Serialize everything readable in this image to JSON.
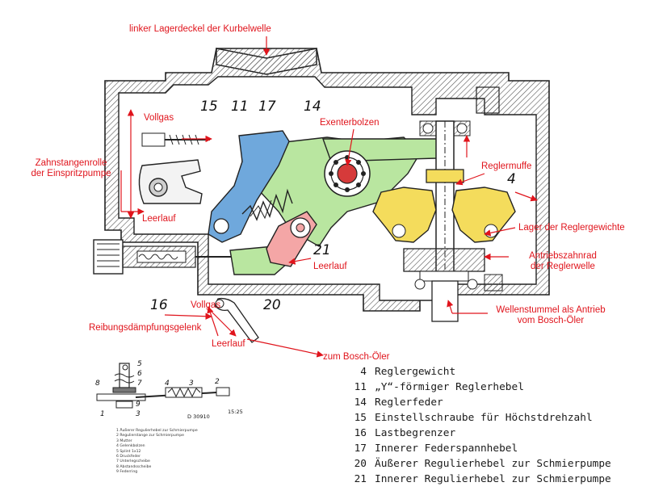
{
  "callouts": {
    "kurbelwelle": "linker Lagerdeckel der Kurbelwelle",
    "vollgas_top": "Vollgas",
    "zahnstange_1": "Zahnstangenrolle",
    "zahnstange_2": "der Einspritzpumpe",
    "leerlauf_left": "Leerlauf",
    "exzenterbolzen": "Exenterbolzen",
    "reglermuffe": "Reglermuffe",
    "lager_gewichte": "Lager der Reglergewichte",
    "antrieb_1": "Antriebszahnrad",
    "antrieb_2": "der Reglerwelle",
    "leerlauf_mid": "Leerlauf",
    "vollgas_bottom": "Vollgas",
    "reibung": "Reibungsdämpfungsgelenk",
    "leerlauf_bottom": "Leerlauf",
    "bosch_oeler": "zum Bosch-Öler",
    "wellenstummel_1": "Wellenstummel als Antrieb",
    "wellenstummel_2": "vom Bosch-Öler"
  },
  "part_numbers": {
    "n15": "15",
    "n11": "11",
    "n17": "17",
    "n14": "14",
    "n4": "4",
    "n21": "21",
    "n16": "16",
    "n20": "20"
  },
  "legend": [
    {
      "n": "4",
      "text": "Reglergewicht"
    },
    {
      "n": "11",
      "text": "„Y“-förmiger Reglerhebel"
    },
    {
      "n": "14",
      "text": "Reglerfeder"
    },
    {
      "n": "15",
      "text": "Einstellschraube für Höchstdrehzahl"
    },
    {
      "n": "16",
      "text": "Lastbegrenzer"
    },
    {
      "n": "17",
      "text": "Innerer Federspannhebel"
    },
    {
      "n": "20",
      "text": "Äußerer Regulierhebel zur Schmierpumpe"
    },
    {
      "n": "21",
      "text": "Innerer Regulierhebel zur Schmierpumpe"
    }
  ],
  "inset": {
    "numbers": {
      "i5": "5",
      "i6": "6",
      "i7": "7",
      "i8": "8",
      "i4": "4",
      "i3": "3",
      "i2": "2",
      "i9": "9",
      "i1": "1",
      "i3b": "3"
    },
    "drawing_no": "D 30910",
    "scale": "15:25",
    "parts": [
      "1 Äußerer Regulierhebel zur Schmierpumpe",
      "2 Regulierstange zur Schmierpumpe",
      "3 Mutter",
      "4 Gelenkbolzen",
      "5 Splint 1x12",
      "6 Druckfeder",
      "7 Unterlegscheibe",
      "8 Abstandsscheibe",
      "9 Federring"
    ]
  },
  "colors": {
    "callout": "#e0141c",
    "arm11_blue": "#6fa8dc",
    "lever_green": "#b9e6a0",
    "weight_yellow": "#f4dc5c",
    "lever21_red": "#f4a6a6",
    "housing_hatch": "#555555"
  }
}
